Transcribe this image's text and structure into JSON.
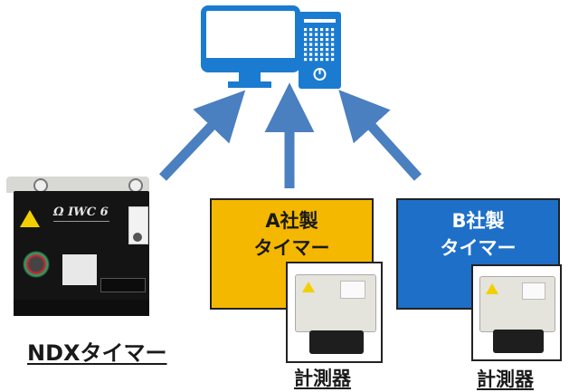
{
  "ndx_label": "NDXタイマー",
  "ndx_panel_text": "Ω IWC 6",
  "vendor_a": {
    "line1": "A社製",
    "line2": "タイマー",
    "color": "#f5b800",
    "text_color": "#1a1a1a"
  },
  "vendor_b": {
    "line1": "B社製",
    "line2": "タイマー",
    "color": "#1e6fc8",
    "text_color": "#ffffff"
  },
  "device_a_label": "計測器",
  "device_b_label": "計測器",
  "icons": [
    "computer-monitor-icon",
    "computer-tower-icon",
    "arrow-up-icon"
  ],
  "colors": {
    "arrow": "#4a7fc0",
    "computer": "#1a7bd0"
  }
}
